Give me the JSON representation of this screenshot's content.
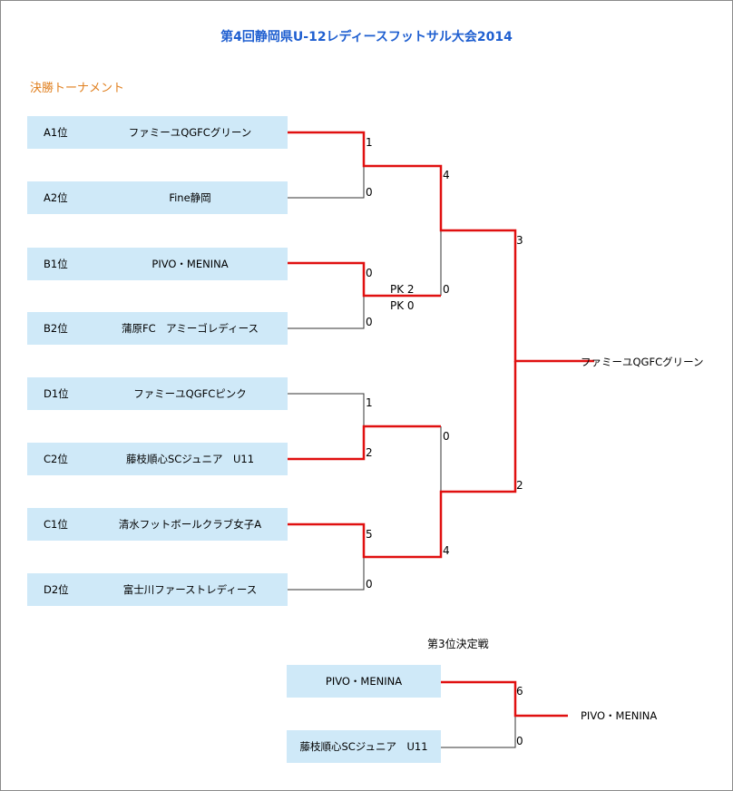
{
  "title": "第4回静岡県U-12レディースフットサル大会2014",
  "subtitle": "決勝トーナメント",
  "teams": [
    {
      "seed": "A1位",
      "name": "ファミーユQGFCグリーン"
    },
    {
      "seed": "A2位",
      "name": "Fine静岡"
    },
    {
      "seed": "B1位",
      "name": "PIVO・MENINA"
    },
    {
      "seed": "B2位",
      "name": "蒲原FC　アミーゴレディース"
    },
    {
      "seed": "D1位",
      "name": "ファミーユQGFCピンク"
    },
    {
      "seed": "C2位",
      "name": "藤枝順心SCジュニア　U11"
    },
    {
      "seed": "C1位",
      "name": "清水フットボールクラブ女子A"
    },
    {
      "seed": "D2位",
      "name": "富士川ファーストレディース"
    }
  ],
  "scores": {
    "r1": [
      "1",
      "0",
      "0",
      "0",
      "1",
      "2",
      "5",
      "0"
    ],
    "r2": [
      "4",
      "0",
      "0",
      "4"
    ],
    "final": [
      "3",
      "2"
    ],
    "pk": [
      "PK 2",
      "PK 0"
    ]
  },
  "champion": "ファミーユQGFCグリーン",
  "third_place": {
    "heading": "第3位決定戦",
    "teams": [
      "PIVO・MENINA",
      "藤枝順心SCジュニア　U11"
    ],
    "scores": [
      "6",
      "0"
    ],
    "winner": "PIVO・MENINA"
  },
  "colors": {
    "win_line": "#e01010",
    "line": "#333333",
    "box": "#cfe9f8",
    "title": "#1f5fd0",
    "subtitle": "#e07f1e"
  }
}
